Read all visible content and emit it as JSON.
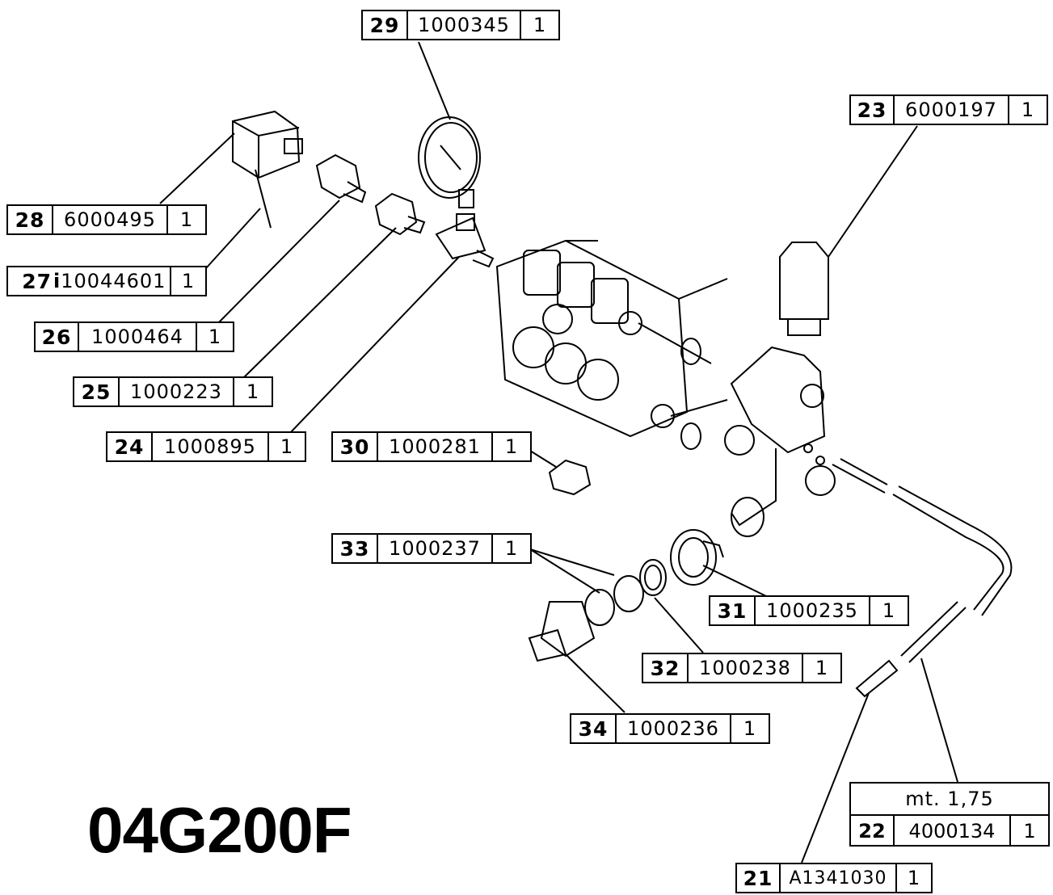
{
  "title": "04G200F",
  "labels": {
    "p29": {
      "num": "29",
      "code": "1000345",
      "qty": "1"
    },
    "p23": {
      "num": "23",
      "code": "6000197",
      "qty": "1"
    },
    "p28": {
      "num": "28",
      "code": "6000495",
      "qty": "1"
    },
    "p27": {
      "num": "27",
      "prefix": "i",
      "code": "10044601",
      "qty": "1"
    },
    "p26": {
      "num": "26",
      "code": "1000464",
      "qty": "1"
    },
    "p25": {
      "num": "25",
      "code": "1000223",
      "qty": "1"
    },
    "p24": {
      "num": "24",
      "code": "1000895",
      "qty": "1"
    },
    "p30": {
      "num": "30",
      "code": "1000281",
      "qty": "1"
    },
    "p33": {
      "num": "33",
      "code": "1000237",
      "qty": "1"
    },
    "p31": {
      "num": "31",
      "code": "1000235",
      "qty": "1"
    },
    "p32": {
      "num": "32",
      "code": "1000238",
      "qty": "1"
    },
    "p34": {
      "num": "34",
      "code": "1000236",
      "qty": "1"
    },
    "p22": {
      "length": "mt. 1,75",
      "num": "22",
      "code": "4000134",
      "qty": "1"
    },
    "p21": {
      "num": "21",
      "code": "A1341030",
      "qty": "1"
    }
  }
}
